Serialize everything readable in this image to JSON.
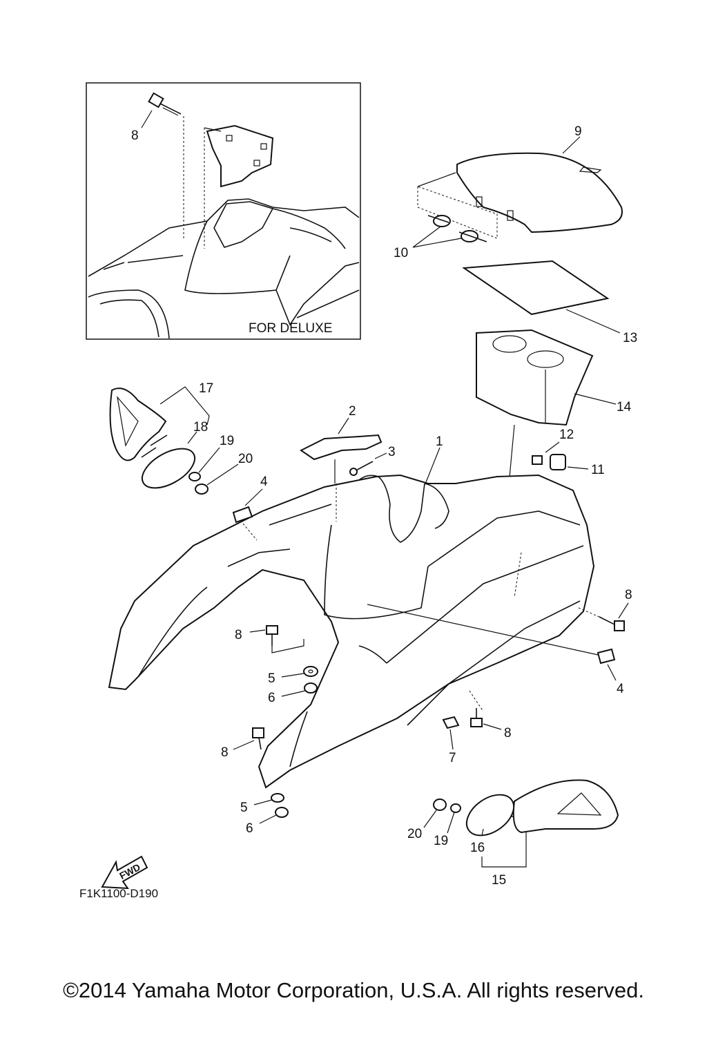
{
  "inset": {
    "caption": "FOR DELUXE"
  },
  "diagram_code": "F1K1100-D190",
  "fwd_label": "FWD",
  "copyright": "©2014 Yamaha Motor Corporation, U.S.A. All rights reserved.",
  "callouts": {
    "c1": "1",
    "c2": "2",
    "c3": "3",
    "c4a": "4",
    "c4b": "4",
    "c5a": "5",
    "c5b": "5",
    "c6a": "6",
    "c6b": "6",
    "c7": "7",
    "c8_inset": "8",
    "c8a": "8",
    "c8b": "8",
    "c8c": "8",
    "c8d": "8",
    "c9": "9",
    "c10": "10",
    "c11": "11",
    "c12": "12",
    "c13": "13",
    "c14": "14",
    "c15": "15",
    "c16": "16",
    "c17": "17",
    "c18": "18",
    "c19a": "19",
    "c19b": "19",
    "c20a": "20",
    "c20b": "20"
  }
}
